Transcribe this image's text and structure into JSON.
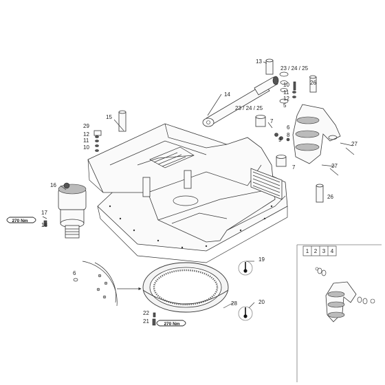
{
  "callouts": {
    "c13": "13",
    "c23a": "23 / 24 / 25",
    "c10a": "10",
    "c11a": "11",
    "c12a": "12",
    "c5": "5",
    "c26a": "26",
    "c14": "14",
    "c23b": "23 / 24 / 25",
    "c15": "15",
    "c7a": "7",
    "c9": "9",
    "c6a": "6",
    "c8": "8",
    "c29": "29",
    "c12b": "12",
    "c11b": "11",
    "c10b": "10",
    "c27a": "27",
    "c7b": "7",
    "c27b": "27",
    "c16": "16",
    "c26b": "26",
    "c17": "17",
    "c18": "18",
    "c19": "19",
    "c6b": "6",
    "c28": "28",
    "c20": "20",
    "c22": "22",
    "c21": "21"
  },
  "torque": {
    "upper": "270 Nm",
    "lower": "270 Nm"
  },
  "legend": {
    "cells": [
      "1",
      "2",
      "3",
      "4"
    ]
  }
}
